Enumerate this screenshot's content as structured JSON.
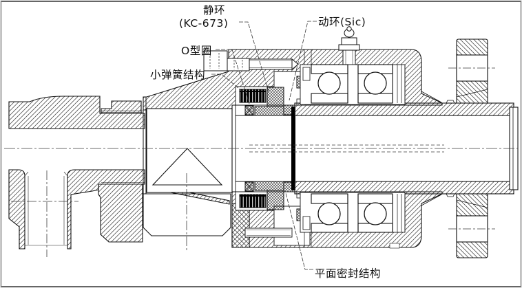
{
  "labels": {
    "static_ring": {
      "line1": "静环",
      "line2": "(KC-673)"
    },
    "rotating_ring": "动环(Sic)",
    "o_ring": "O型圈",
    "spring": "小弹簧结构",
    "face_seal": "平面密封结构"
  },
  "colors": {
    "line": "#1b1b1b",
    "background": "#ffffff",
    "frame": "#8a8a8a",
    "seal_face": "#000000"
  }
}
